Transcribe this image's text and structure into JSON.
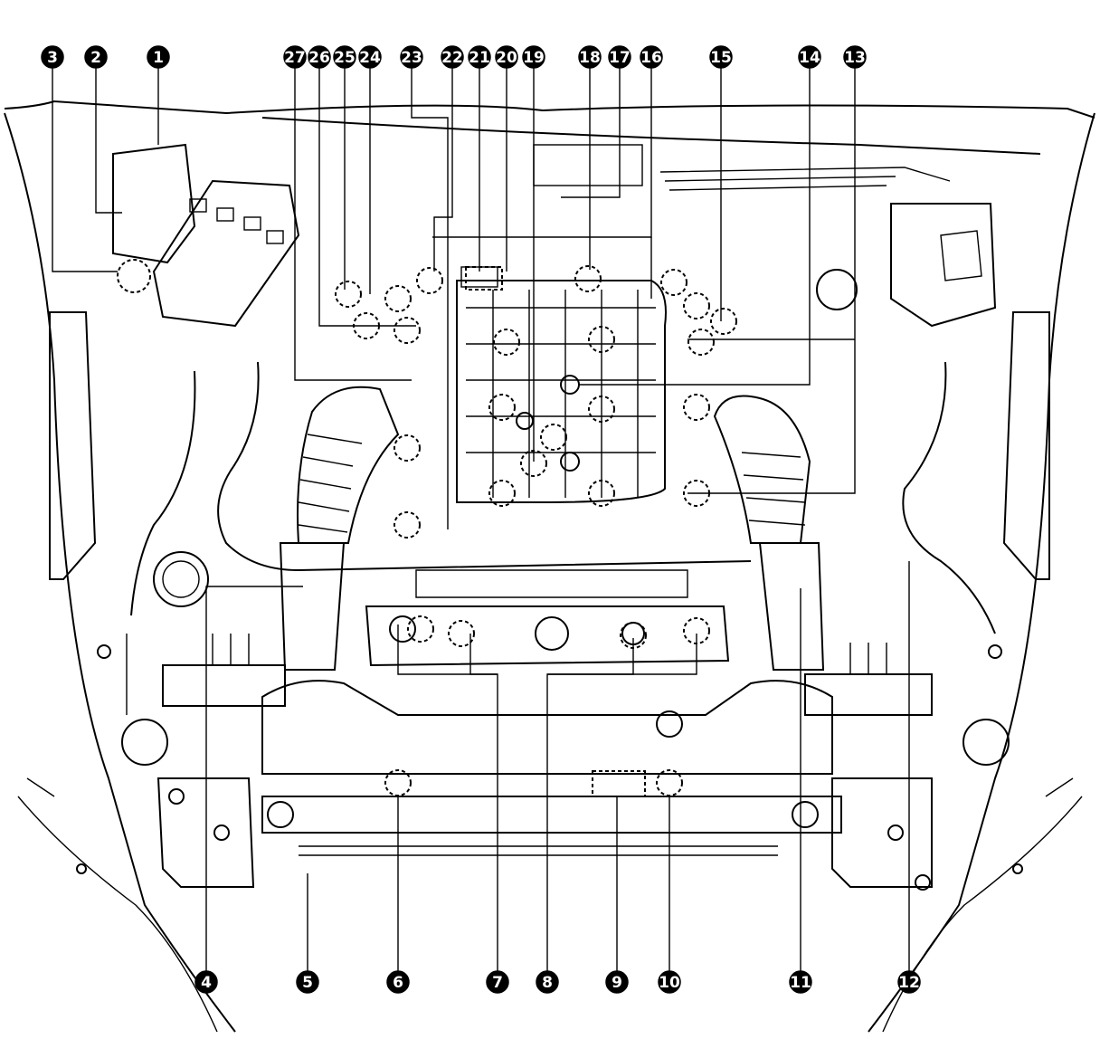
{
  "callouts_top": [
    "3",
    "2",
    "1",
    "27",
    "26",
    "25",
    "24",
    "23",
    "22",
    "21",
    "20",
    "19",
    "18",
    "17",
    "16",
    "15",
    "14",
    "13"
  ],
  "callouts_bottom": [
    "4",
    "5",
    "6",
    "7",
    "8",
    "9",
    "10",
    "11",
    "12"
  ],
  "figure_colors": {
    "ink": "#000000",
    "paper": "#ffffff"
  }
}
